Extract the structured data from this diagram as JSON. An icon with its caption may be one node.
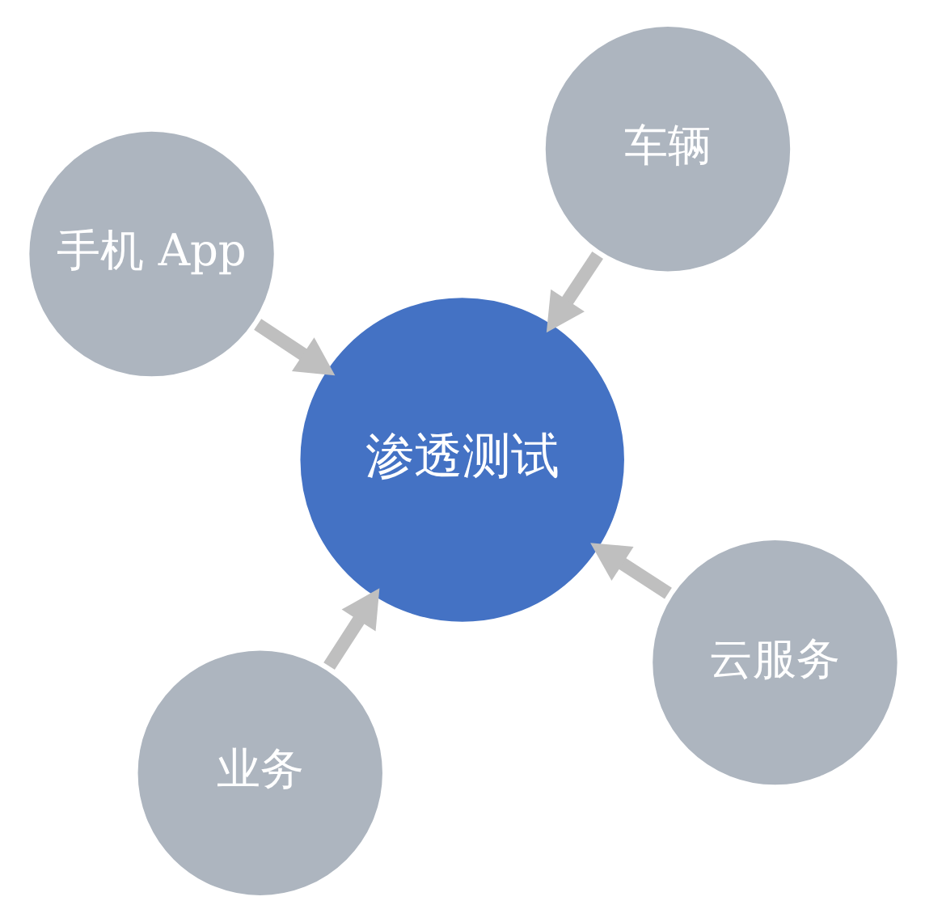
{
  "diagram": {
    "nodes": [
      {
        "text": [
          "渗透测试"
        ]
      },
      {
        "text": [
          "云服务"
        ]
      },
      {
        "text": [
          "业务"
        ]
      },
      {
        "text": [
          "手机 App"
        ]
      },
      {
        "text": [
          "车辆"
        ]
      }
    ],
    "edges": [
      {
        "from": 1,
        "to": 0,
        "arrow": "to"
      },
      {
        "from": 2,
        "to": 0,
        "arrow": "to"
      },
      {
        "from": 3,
        "to": 0,
        "arrow": "to"
      },
      {
        "from": 4,
        "to": 0,
        "arrow": "to"
      }
    ]
  }
}
